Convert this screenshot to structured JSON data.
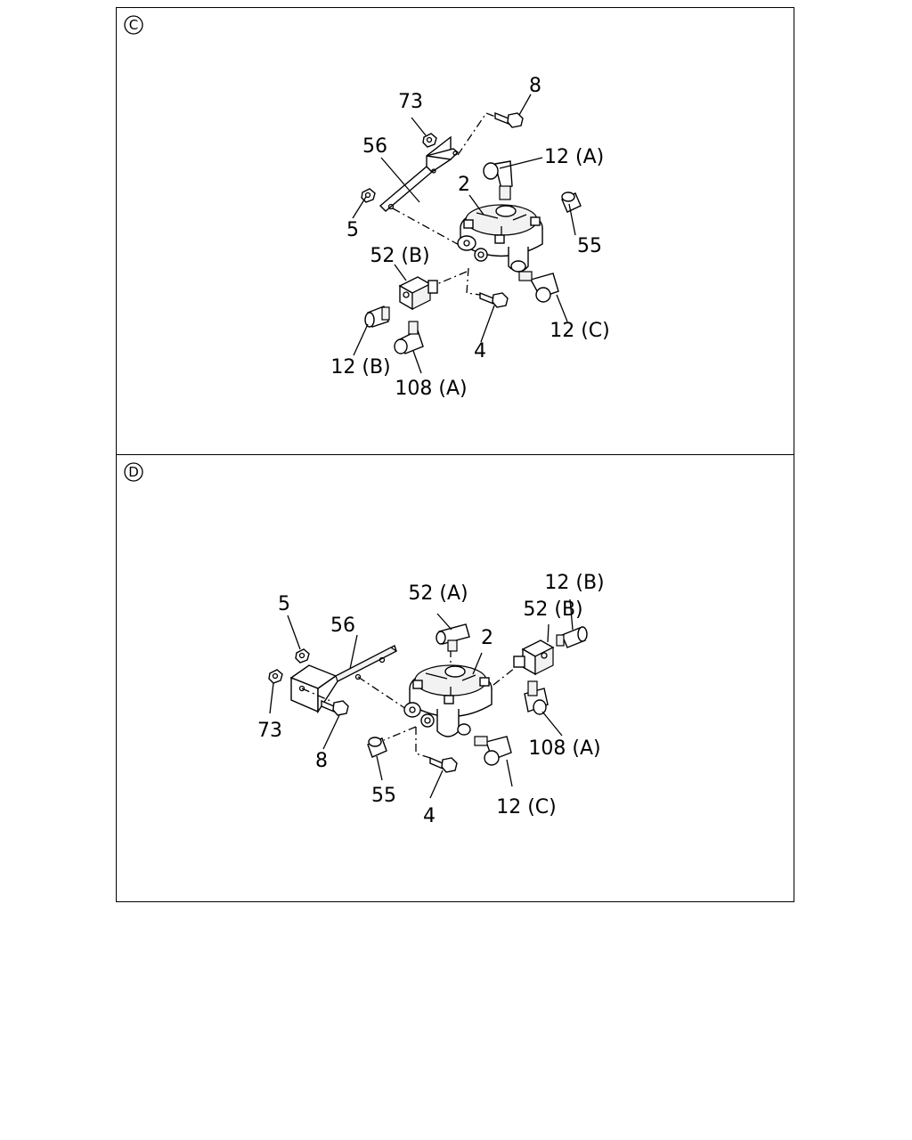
{
  "panels": [
    {
      "id": "C",
      "marker": "C",
      "labels": {
        "p73": "73",
        "p8": "8",
        "p56": "56",
        "p12a": "12 (A)",
        "p2": "2",
        "p5": "5",
        "p55": "55",
        "p52b": "52 (B)",
        "p12c": "12 (C)",
        "p4": "4",
        "p12b": "12 (B)",
        "p108a": "108 (A)"
      }
    },
    {
      "id": "D",
      "marker": "D",
      "labels": {
        "p5": "5",
        "p52a": "52 (A)",
        "p12b": "12 (B)",
        "p56": "56",
        "p52b": "52 (B)",
        "p2": "2",
        "p73": "73",
        "p108a": "108 (A)",
        "p8": "8",
        "p55": "55",
        "p4": "4",
        "p12c": "12 (C)"
      }
    }
  ]
}
